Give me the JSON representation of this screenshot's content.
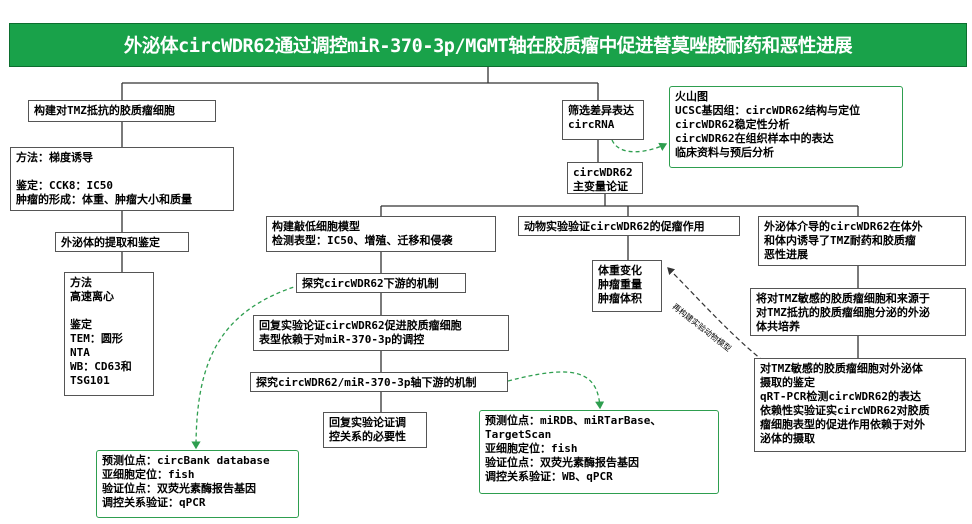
{
  "title": "外泌体circWDR62通过调控miR-370-3p/MGMT轴在胶质瘤中促进替莫唑胺耐药和恶性进展",
  "left": {
    "build_model": "构建对TMZ抵抗的胶质瘤细胞",
    "method_block": "方法：梯度诱导\n\n鉴定：CCK8：IC50\n肿瘤的形成：体重、肿瘤大小和质量",
    "exosome_extract": "外泌体的提取和鉴定",
    "exosome_method": "方法\n高速离心\n\n鉴定\nTEM：圆形\nNTA\nWB：CD63和\nTSG101"
  },
  "center": {
    "screen": "筛选差异表达\ncircRNA",
    "volcano": "火山图\nUCSC基因组：circWDR62结构与定位\ncircWDR62稳定性分析\ncircWDR62在组织样本中的表达\n临床资料与预后分析",
    "main_var": "circWDR62\n主变量论证",
    "knockdown": "构建敲低细胞模型\n检测表型：IC50、增殖、迁移和侵袭",
    "downstream": "探究circWDR62下游的机制",
    "predict1": "预测位点：circBank database\n亚细胞定位：fish\n验证位点：双荧光素酶报告基因\n调控关系验证：qPCR",
    "rescue1": "回复实验论证circWDR62促进胶质瘤细胞\n表型依赖于对miR-370-3p的调控",
    "axis_down": "探究circWDR62/miR-370-3p轴下游的机制",
    "rescue2": "回复实验论证调\n控关系的必要性",
    "predict2": "预测位点：miRDB、miRTarBase、\nTargetScan\n亚细胞定位：fish\n验证位点：双荧光素酶报告基因\n调控关系验证：WB、qPCR",
    "animal": "动物实验验证circWDR62的促瘤作用",
    "animal_result": "体重变化\n肿瘤重量\n肿瘤体积",
    "dashed_label": "再构建实验动物模型"
  },
  "right": {
    "exosome_mediated": "外泌体介导的circWDR62在体外\n和体内诱导了TMZ耐药和胶质瘤\n恶性进展",
    "coculture": "将对TMZ敏感的胶质瘤细胞和来源于\n对TMZ抵抗的胶质瘤细胞分泌的外泌\n体共培养",
    "uptake": "对TMZ敏感的胶质瘤细胞对外泌体\n摄取的鉴定\nqRT-PCR检测circWDR62的表达\n依赖性实验证实circWDR62对胶质\n瘤细胞表型的促进作用依赖于对外\n泌体的摄取"
  }
}
